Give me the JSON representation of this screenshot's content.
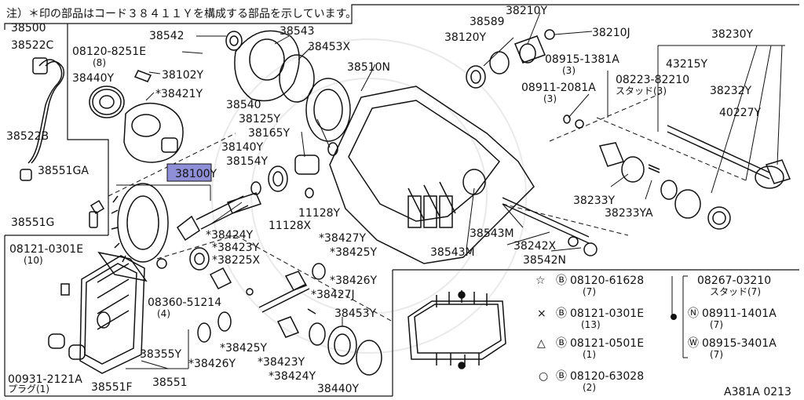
{
  "note_text": "注）＊印の部品はコード３８４１１Ｙを構成する部品を示しています。",
  "diagram_code": "A381A 0213",
  "highlighted_part": "38100Y",
  "part_labels": [
    "38500",
    "38522C",
    "38522B",
    "38551GA",
    "38551G",
    "38542",
    "38543",
    "38453X",
    "38510N",
    "08120-8251E",
    "(8)",
    "38102Y",
    "38440Y",
    "*38421Y",
    "38540",
    "38125Y",
    "38165Y",
    "38140Y",
    "38154Y",
    "11128Y",
    "11128X",
    "38120Y",
    "38589",
    "38210Y",
    "38210J",
    "08915-1381A",
    "(3)",
    "08911-2081A",
    "(3)",
    "38230Y",
    "43215Y",
    "08223-82210",
    "スタッド(3)",
    "38232Y",
    "40227Y",
    "38233Y",
    "38233YA",
    "38543M",
    "38242X",
    "38543M",
    "38542N",
    "08121-0301E",
    "(10)",
    "*38424Y",
    "*38423Y",
    "*38225X",
    "*38427Y",
    "*38425Y",
    "*38426Y",
    "*38427J",
    "08360-51214",
    "(4)",
    "38453Y",
    "38355Y",
    "*38425Y",
    "*38426Y",
    "*38423Y",
    "*38424Y",
    "38440Y",
    "00931-2121A",
    "プラグ(1)",
    "38551F",
    "38551"
  ],
  "legend": [
    {
      "symbol": "☆",
      "part": "08120-61628",
      "qty": "(7)"
    },
    {
      "symbol": "×",
      "part": "08121-0301E",
      "qty": "(13)"
    },
    {
      "symbol": "△",
      "part": "08121-0501E",
      "qty": "(1)"
    },
    {
      "symbol": "○",
      "part": "08120-63028",
      "qty": "(2)"
    }
  ],
  "legend_right": [
    {
      "part": "08267-03210",
      "sub": "スタッド(7)"
    },
    {
      "part": "08911-1401A",
      "qty": "(7)"
    },
    {
      "part": "08915-3401A",
      "qty": "(7)"
    }
  ]
}
